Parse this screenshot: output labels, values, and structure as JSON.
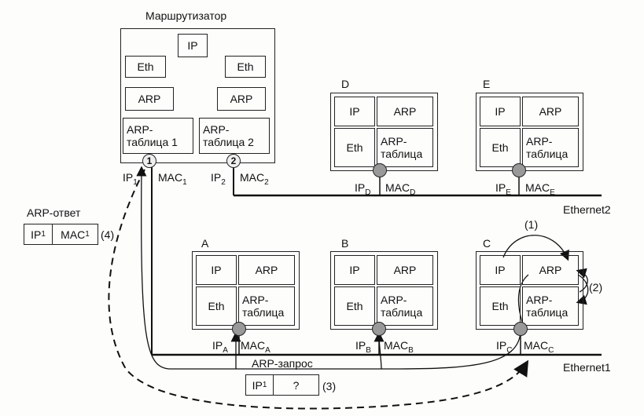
{
  "router": {
    "title": "Маршрутизатор",
    "ip": "IP",
    "eth": "Eth",
    "arp": "ARP",
    "table1": "ARP-таблица 1",
    "table2": "ARP-таблица 2",
    "port1": "1",
    "port2": "2"
  },
  "hosts": [
    {
      "id": "D",
      "ip": "IP",
      "arp": "ARP",
      "eth": "Eth",
      "table": "ARP-таблица",
      "ip_label": "IP",
      "ip_sub": "D",
      "mac_label": "MAC",
      "mac_sub": "D"
    },
    {
      "id": "E",
      "ip": "IP",
      "arp": "ARP",
      "eth": "Eth",
      "table": "ARP-таблица",
      "ip_label": "IP",
      "ip_sub": "E",
      "mac_label": "MAC",
      "mac_sub": "E"
    },
    {
      "id": "A",
      "ip": "IP",
      "arp": "ARP",
      "eth": "Eth",
      "table": "ARP-таблица",
      "ip_label": "IP",
      "ip_sub": "A",
      "mac_label": "MAC",
      "mac_sub": "A"
    },
    {
      "id": "B",
      "ip": "IP",
      "arp": "ARP",
      "eth": "Eth",
      "table": "ARP-таблица",
      "ip_label": "IP",
      "ip_sub": "B",
      "mac_label": "MAC",
      "mac_sub": "B"
    },
    {
      "id": "C",
      "ip": "IP",
      "arp": "ARP",
      "eth": "Eth",
      "table": "ARP-таблица",
      "ip_label": "IP",
      "ip_sub": "C",
      "mac_label": "MAC",
      "mac_sub": "C"
    }
  ],
  "router_ports": {
    "ip1": "IP",
    "ip1_sub": "1",
    "mac1": "MAC",
    "mac1_sub": "1",
    "ip2": "IP",
    "ip2_sub": "2",
    "mac2": "MAC",
    "mac2_sub": "2"
  },
  "networks": {
    "ethernet1": "Ethernet1",
    "ethernet2": "Ethernet2"
  },
  "arp_reply": {
    "label": "ARP-ответ",
    "ip": "IP",
    "ip_sub": "1",
    "mac": "MAC",
    "mac_sub": "1",
    "step": "(4)"
  },
  "arp_request": {
    "label": "ARP-запрос",
    "ip": "IP",
    "ip_sub": "1",
    "query": "?",
    "step": "(3)"
  },
  "steps": {
    "s1": "(1)",
    "s2": "(2)"
  }
}
